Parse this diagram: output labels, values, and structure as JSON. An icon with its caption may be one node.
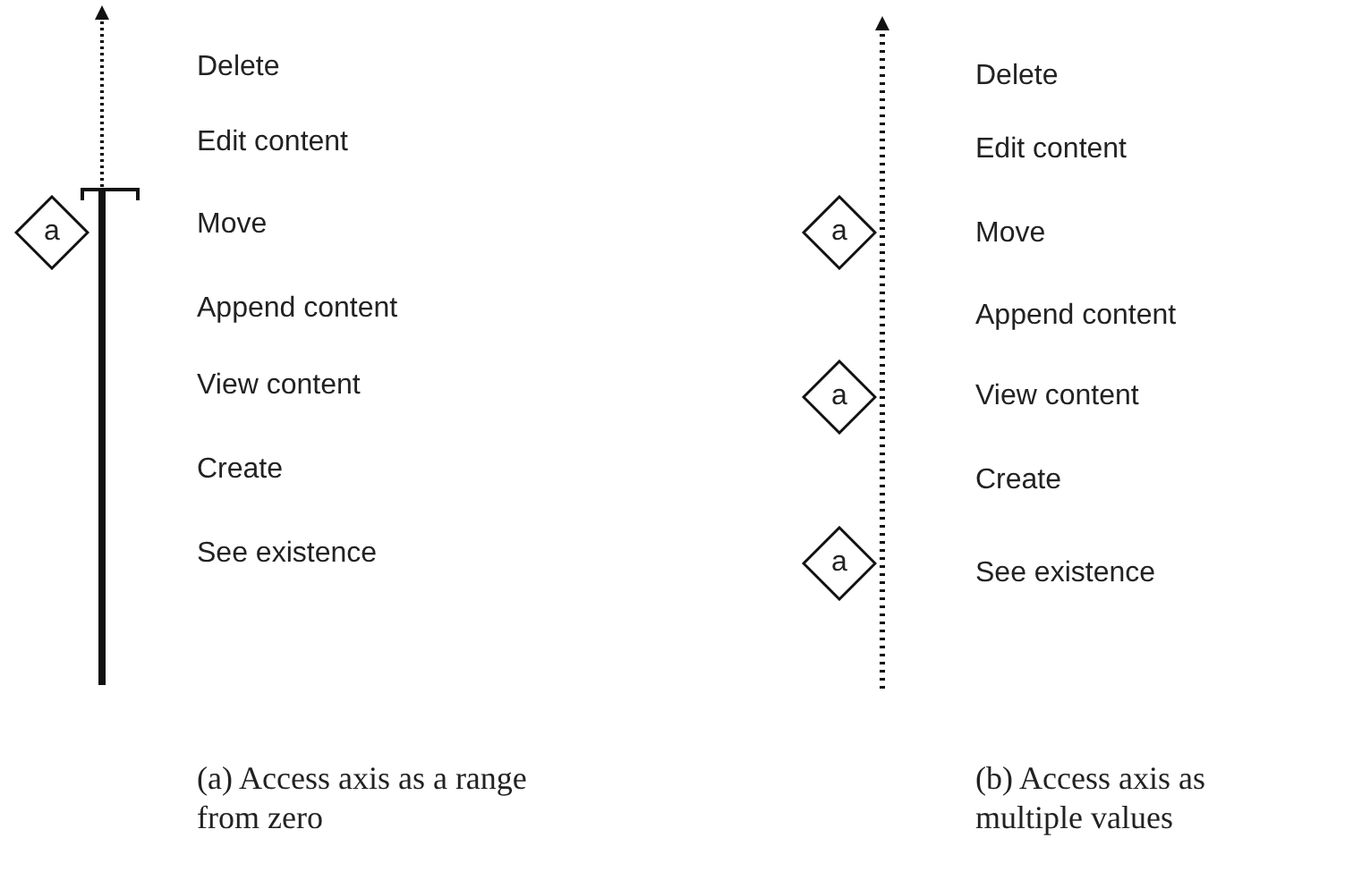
{
  "diagram": {
    "nodes": [
      {
        "text": [
          "a"
        ]
      },
      {
        "text": [
          "a"
        ]
      },
      {
        "text": [
          "a"
        ]
      },
      {
        "text": [
          "a"
        ]
      }
    ],
    "labels": [
      "Delete",
      "Edit content",
      "Move",
      "Append content",
      "View content",
      "Create",
      "See existence",
      "Delete",
      "Edit content",
      "Move",
      "Append content",
      "View content",
      "Create",
      "See existence",
      "(a) Access axis as a range from zero",
      "(b) Access axis as multiple values"
    ]
  }
}
